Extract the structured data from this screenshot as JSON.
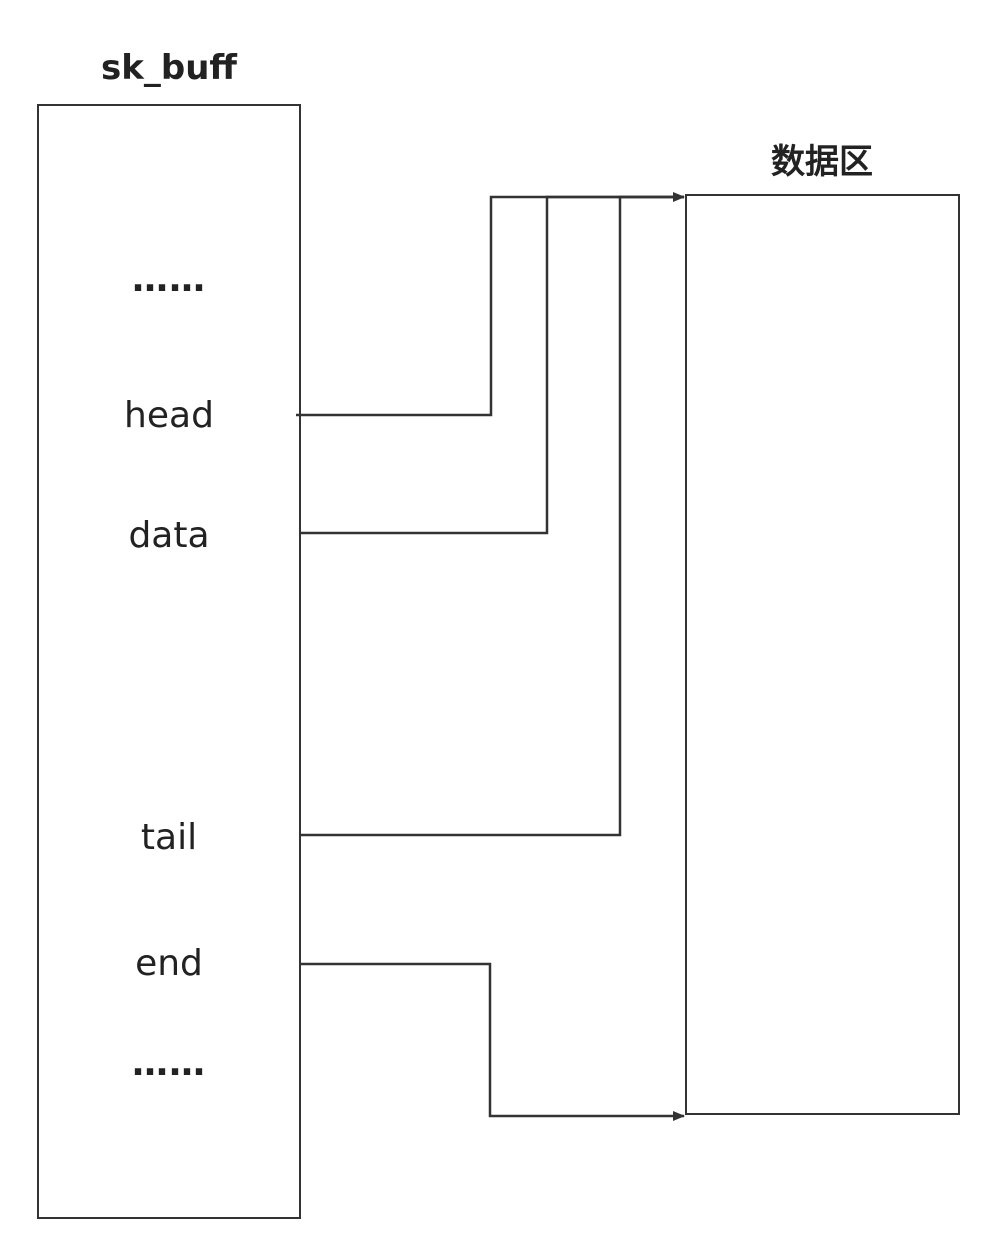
{
  "diagram": {
    "left_title": "sk_buff",
    "right_title": "数据区",
    "fields": {
      "ellipsis_top": "……",
      "head": "head",
      "data": "data",
      "tail": "tail",
      "end": "end",
      "ellipsis_bottom": "……"
    },
    "line_color": "#333333"
  }
}
